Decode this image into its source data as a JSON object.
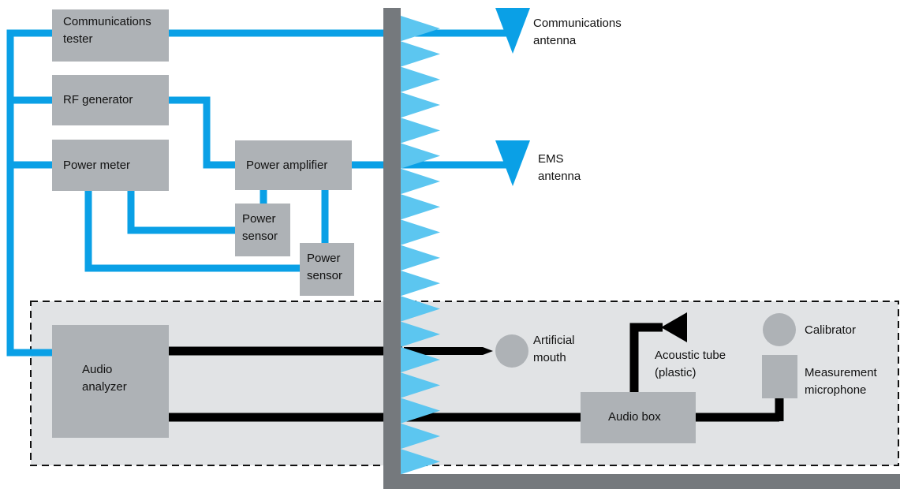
{
  "diagram": {
    "colors": {
      "wire_blue": "#0aa0e6",
      "wire_black": "#000000",
      "box_gray": "#aeb2b6",
      "chamber_wall": "#75797d",
      "absorber_blue": "#5cc6f0",
      "antenna_blue": "#0aa0e6",
      "audio_region": "#e1e3e5",
      "circle_gray": "#aeb2b6"
    },
    "boxes": {
      "communications_tester": "Communications\ntester",
      "rf_generator": "RF generator",
      "power_meter": "Power meter",
      "power_amplifier": "Power amplifier",
      "power_sensor_1": "Power\nsensor",
      "power_sensor_2": "Power\nsensor",
      "audio_analyzer": "Audio\nanalyzer",
      "audio_box": "Audio box"
    },
    "labels": {
      "communications_antenna": "Communications\nantenna",
      "ems_antenna": "EMS\nantenna",
      "artificial_mouth": "Artificial\nmouth",
      "acoustic_tube": "Acoustic tube\n(plastic)",
      "calibrator": "Calibrator",
      "measurement_microphone": "Measurement\nmicrophone"
    }
  }
}
